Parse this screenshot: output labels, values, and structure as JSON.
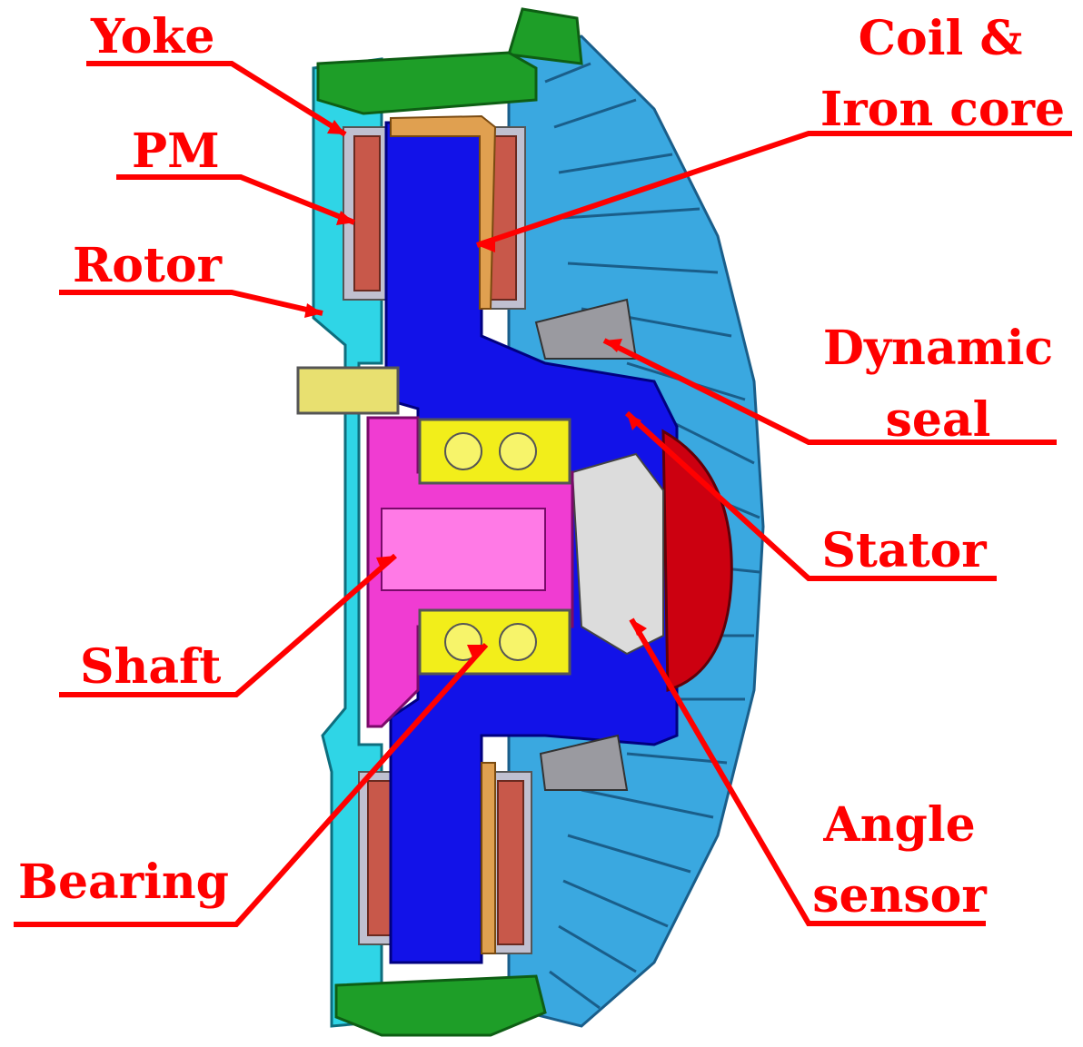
{
  "labels": {
    "yoke": "Yoke",
    "pm": "PM",
    "rotor": "Rotor",
    "shaft": "Shaft",
    "bearing": "Bearing",
    "coil_line1": "Coil &",
    "coil_line2": "Iron core",
    "seal_line1": "Dynamic",
    "seal_line2": "seal",
    "stator": "Stator",
    "angle_line1": "Angle",
    "angle_line2": "sensor"
  },
  "colors": {
    "label": "#ff0000",
    "yoke": "#1e9e28",
    "rotor": "#2fd5e6",
    "stator": "#1212e8",
    "shaft": "#f03cd2",
    "bearing": "#f2ee1a",
    "magnet": "#c8584a",
    "copper": "#e0a050",
    "housing": "#3aa8e0",
    "dome": "#cc0010",
    "sensor": "#dcdcdc"
  }
}
